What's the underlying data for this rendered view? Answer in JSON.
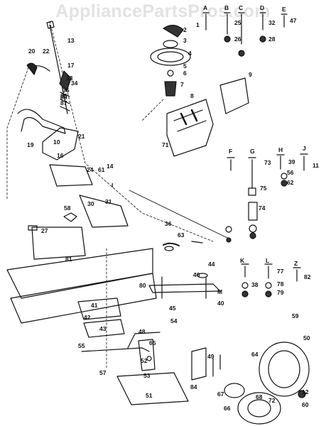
{
  "watermark": "AppliancePartsPros.com",
  "labels": [
    "1",
    "2",
    "3",
    "4",
    "5",
    "6",
    "7",
    "8",
    "9",
    "10",
    "11",
    "12",
    "13",
    "14",
    "16",
    "17",
    "19",
    "20",
    "21",
    "22",
    "24",
    "25",
    "26",
    "27",
    "28",
    "30",
    "31",
    "32",
    "33",
    "34",
    "35",
    "36",
    "38",
    "39",
    "40",
    "41",
    "42",
    "43",
    "44",
    "45",
    "46",
    "47",
    "48",
    "49",
    "50",
    "51",
    "52",
    "53",
    "54",
    "55",
    "56",
    "57",
    "58",
    "59",
    "60",
    "61",
    "62",
    "63",
    "64",
    "65",
    "66",
    "67",
    "68",
    "71",
    "72",
    "73",
    "74",
    "75",
    "77",
    "78",
    "79",
    "80",
    "81",
    "82",
    "84",
    "85",
    "86",
    "87"
  ],
  "letters": [
    "A",
    "B",
    "C",
    "D",
    "E",
    "F",
    "G",
    "H",
    "I",
    "J",
    "K",
    "L",
    "M",
    "Z"
  ]
}
